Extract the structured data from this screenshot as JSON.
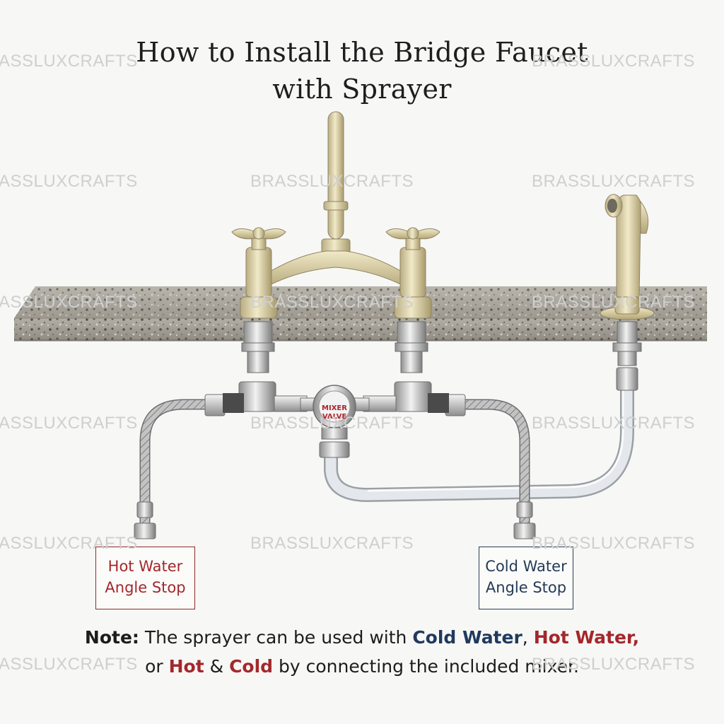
{
  "title": {
    "line1": "How to Install the Bridge Faucet",
    "line2": "with Sprayer"
  },
  "mixer_label": {
    "line1": "MIXER",
    "line2": "VALVE"
  },
  "hot_callout": {
    "line1": "Hot Water",
    "line2": "Angle Stop"
  },
  "cold_callout": {
    "line1": "Cold Water",
    "line2": "Angle Stop"
  },
  "note": {
    "label": "Note:",
    "text1": " The sprayer can be used with ",
    "cold1": "Cold Water",
    "sep1": ", ",
    "hot1": "Hot Water,",
    "or": "or ",
    "hot2": "Hot",
    "amp": " & ",
    "cold2": "Cold",
    "text2": " by connecting the included mixer."
  },
  "watermark": {
    "full": "BRASSLUXCRAFTS",
    "cut": "ASSLUXCRAFTS"
  },
  "colors": {
    "hot": "#a3282b",
    "cold": "#1f3a5c",
    "brass": "#d9cda4",
    "granite": "#a9a59d"
  }
}
